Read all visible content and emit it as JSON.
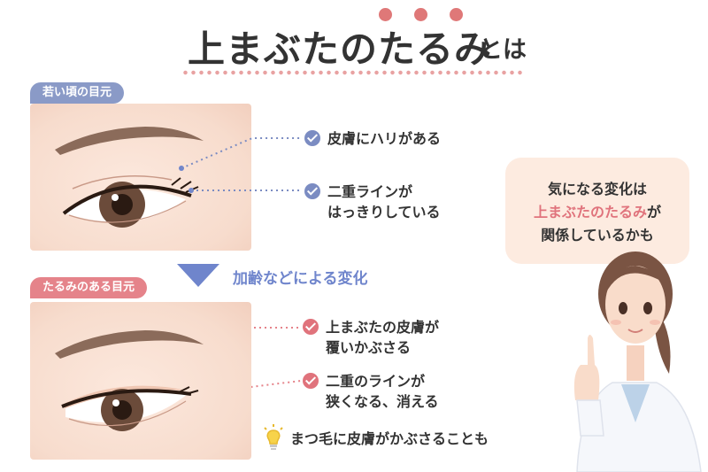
{
  "title": {
    "main": "上まぶたのたるみ",
    "sub": "とは",
    "accent_color": "#df7878"
  },
  "young": {
    "label": "若い頃の目元",
    "label_color": "#8a9ac7",
    "points": [
      {
        "line1": "皮膚にハリがある",
        "line2": ""
      },
      {
        "line1": "二重ラインが",
        "line2": "はっきりしている"
      }
    ]
  },
  "transition": {
    "label": "加齢などによる変化",
    "color": "#6f85cc"
  },
  "aged": {
    "label": "たるみのある目元",
    "label_color": "#e5838a",
    "points": [
      {
        "line1": "上まぶたの皮膚が",
        "line2": "覆いかぶさる"
      },
      {
        "line1": "二重のラインが",
        "line2": "狭くなる、消える"
      }
    ],
    "tip": "まつ毛に皮膚がかぶさることも",
    "tip_icon": "lightbulb-icon"
  },
  "bubble": {
    "line1": "気になる変化は",
    "line2_accent": "上まぶたのたるみ",
    "line2_rest": "が",
    "line3": "関係しているかも"
  }
}
